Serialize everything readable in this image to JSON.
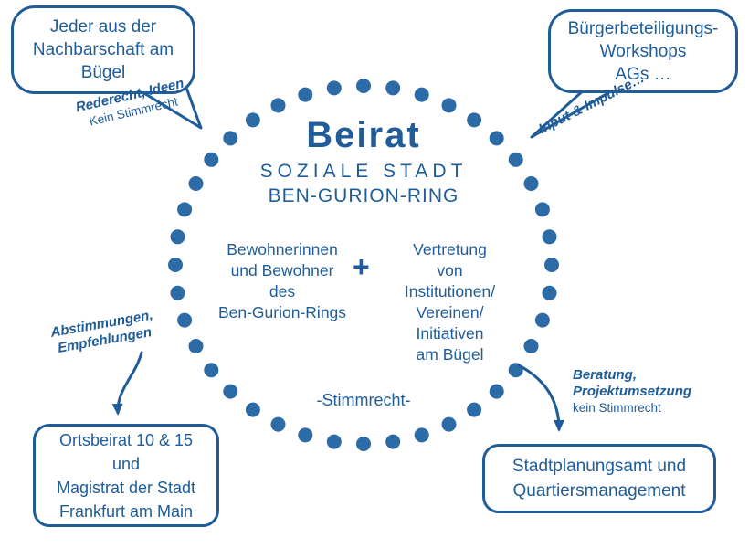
{
  "colors": {
    "accent": "#1f5c99",
    "dot": "#2d6ba6",
    "background": "#ffffff"
  },
  "center": {
    "title": "Beirat",
    "subtitle1": "SOZIALE STADT",
    "subtitle2": "BEN-GURION-RING",
    "left_group": [
      "Bewohnerinnen",
      "und Bewohner",
      "des",
      "Ben-Gurion-Rings"
    ],
    "plus": "+",
    "right_group": [
      "Vertretung",
      "von",
      "Institutionen/",
      "Vereinen/",
      "Initiativen",
      "am Bügel"
    ],
    "bottom_label": "-Stimmrecht-"
  },
  "bubbles": {
    "top_left": {
      "lines": [
        "Jeder aus der",
        "Nachbarschaft am",
        "Bügel"
      ]
    },
    "top_right": {
      "lines": [
        "Bürgerbeteiligungs-",
        "Workshops",
        "AGs …"
      ]
    }
  },
  "boxes": {
    "bottom_left": {
      "lines": [
        "Ortsbeirat 10 & 15",
        "und",
        "Magistrat der Stadt",
        "Frankfurt am Main"
      ]
    },
    "bottom_right": {
      "lines": [
        "Stadtplanungsamt und",
        "Quartiersmanagement"
      ]
    }
  },
  "annotations": {
    "top_left": {
      "bold": "Rederecht, Ideen",
      "normal": "Kein Stimmrecht"
    },
    "top_right": {
      "bold": "Input & Impulse…"
    },
    "bottom_left": {
      "bold1": "Abstimmungen,",
      "bold2": "Empfehlungen"
    },
    "bottom_right": {
      "bold1": "Beratung,",
      "bold2": "Projektumsetzung",
      "normal": "kein Stimmrecht"
    }
  }
}
